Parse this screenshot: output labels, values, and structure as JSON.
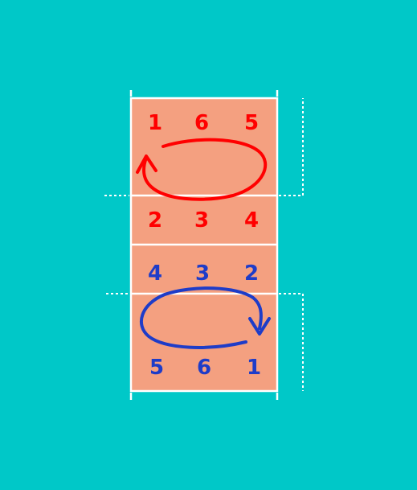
{
  "colors": {
    "background": "#00C8C8",
    "court": "#F4A080",
    "lines": "#FFFFFF",
    "team_top": "#FF0000",
    "team_bottom": "#1E3CC8"
  },
  "team_top": {
    "back_row": [
      "1",
      "6",
      "5"
    ],
    "front_row": [
      "2",
      "3",
      "4"
    ],
    "rotation_direction": "clockwise"
  },
  "team_bottom": {
    "front_row": [
      "4",
      "3",
      "2"
    ],
    "back_row": [
      "5",
      "6",
      "1"
    ],
    "rotation_direction": "clockwise"
  }
}
